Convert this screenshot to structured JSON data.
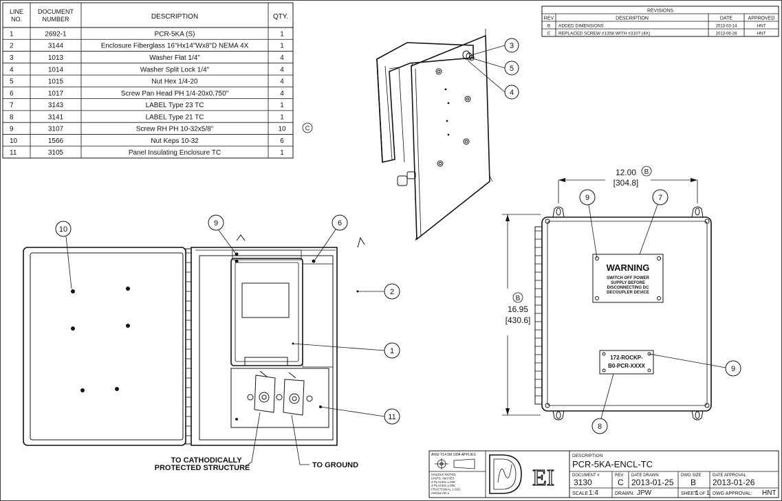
{
  "bom": {
    "headers": {
      "line_no": "LINE NO.",
      "doc_number": "DOCUMENT NUMBER",
      "description": "DESCRIPTION",
      "qty": "QTY."
    },
    "rows": [
      {
        "line": "1",
        "doc": "2692-1",
        "desc": "PCR-5KA (S)",
        "qty": "1"
      },
      {
        "line": "2",
        "doc": "3144",
        "desc": "Enclosure Fiberglass 16\"Hx14\"Wx8\"D NEMA 4X",
        "qty": "1"
      },
      {
        "line": "3",
        "doc": "1013",
        "desc": "Washer Flat 1/4\"",
        "qty": "4"
      },
      {
        "line": "4",
        "doc": "1014",
        "desc": "Washer Split Lock 1/4\"",
        "qty": "4"
      },
      {
        "line": "5",
        "doc": "1015",
        "desc": "Nut Hex 1/4-20",
        "qty": "4"
      },
      {
        "line": "6",
        "doc": "1017",
        "desc": "Screw Pan Head PH 1/4-20x0.750\"",
        "qty": "4"
      },
      {
        "line": "7",
        "doc": "3143",
        "desc": "LABEL Type 23 TC",
        "qty": "1"
      },
      {
        "line": "8",
        "doc": "3141",
        "desc": "LABEL Type 21 TC",
        "qty": "1"
      },
      {
        "line": "9",
        "doc": "3107",
        "desc": "Screw RH PH 10-32x5/8\"",
        "qty": "10"
      },
      {
        "line": "10",
        "doc": "1566",
        "desc": "Nut Keps 10-32",
        "qty": "6"
      },
      {
        "line": "11",
        "doc": "3105",
        "desc": "Panel Insulating Enclosure TC",
        "qty": "1"
      }
    ],
    "rev_mark": "C"
  },
  "revisions": {
    "title": "REVISIONS",
    "headers": {
      "rev": "REV",
      "description": "DESCRIPTION",
      "date": "DATE",
      "approved": "APPROVED"
    },
    "rows": [
      {
        "rev": "B",
        "desc": "ADDED DIMENSIONS",
        "date": "2013-03-14",
        "approved": "HNT"
      },
      {
        "rev": "C",
        "desc": "REPLACED SCREW #1358 WITH #3107 (4X)",
        "date": "2013-06-28",
        "approved": "HNT"
      }
    ]
  },
  "balloons": {
    "b1": "1",
    "b2": "2",
    "b3": "3",
    "b4": "4",
    "b5": "5",
    "b6": "6",
    "b7": "7",
    "b8": "8",
    "b9a": "9",
    "b9b": "9",
    "b9c": "9",
    "b10": "10",
    "b11": "11"
  },
  "dimensions": {
    "width_in": "12.00",
    "width_mm": "[304.8]",
    "width_rev": "B",
    "height_in": "16.95",
    "height_mm": "[430.6]",
    "height_rev": "B"
  },
  "labels": {
    "warning_title": "WARNING",
    "warning_lines": [
      "SWITCH OFF POWER",
      "SUPPLY BEFORE",
      "DISCONNECTING DC",
      "DECOUPLER DEVICE"
    ],
    "tag_line1": "172-ROCKP-",
    "tag_line2": "B0-PCR-XXXX",
    "callout_cathodic_1": "TO CATHODICALLY",
    "callout_cathodic_2": "PROTECTED STRUCTURE",
    "callout_ground": "TO GROUND"
  },
  "title_block": {
    "ansi_note": "ANSI Y14.5M 1994 APPLIES",
    "tolerance_lines": [
      "UNLESS NOTED",
      "UNITS: INCHES",
      "2 PLACES ±.030",
      "3 PLACES ±.005",
      "FRACTIONAL ±.010",
      "ANGULAR ±"
    ],
    "logo_text": "DEI",
    "description_label": "DESCRIPTION",
    "description": "PCR-5KA-ENCL-TC",
    "document_label": "DOCUMENT #",
    "document": "3130",
    "rev_label": "REV",
    "rev": "C",
    "date_drawn_label": "DATE DRAWN",
    "date_drawn": "2013-01-25",
    "dwg_size_label": "DWG SIZE",
    "dwg_size": "B",
    "date_approval_label": "DATE APPROVAL",
    "date_approval": "2013-01-26",
    "scale_label": "SCALE",
    "scale": "1:4",
    "drawn_label": "DRAWN:",
    "drawn": "JPW",
    "sheet_label": "SHEET:",
    "sheet": "1",
    "of_label": "OF",
    "sheet_total": "1",
    "dwg_approval_label": "DWG APPROVAL:",
    "dwg_approval": "HNT"
  }
}
